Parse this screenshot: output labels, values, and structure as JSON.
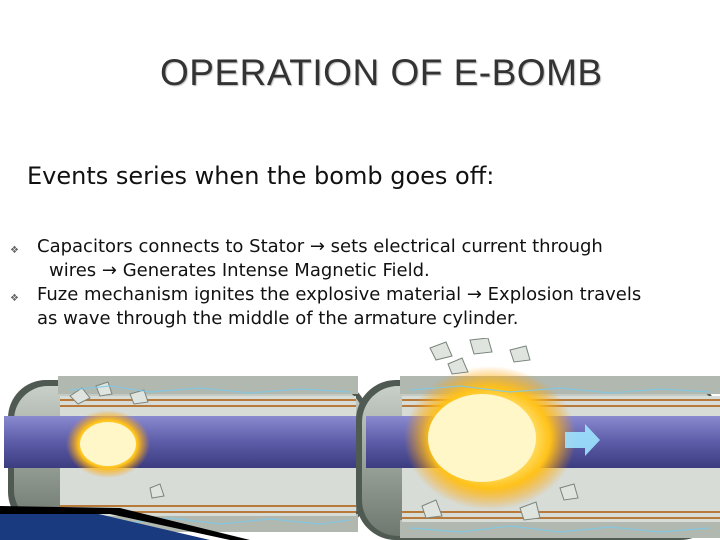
{
  "slide": {
    "title": "OPERATION OF E-BOMB",
    "subheading": "Events series when the bomb goes off:",
    "bullet_icon": "ornament-bullet-icon",
    "bullets": [
      {
        "line1": "Capacitors connects to Stator → sets electrical current through",
        "line2": "wires → Generates Intense Magnetic Field."
      },
      {
        "line1": "Fuze mechanism ignites the explosive material → Explosion travels",
        "line2": "as wave through the middle of the armature cylinder."
      }
    ]
  },
  "illustration": {
    "description_icons": [
      "e-bomb-cylinder-left",
      "e-bomb-cylinder-right",
      "explosion-burst-icon",
      "arrow-right-icon"
    ],
    "colors": {
      "casing": "#9aa39a",
      "casing_dark": "#4f5a52",
      "armature": "#6a6ab0",
      "coil": "#b87a3a",
      "burst": "#ffd23a"
    }
  }
}
